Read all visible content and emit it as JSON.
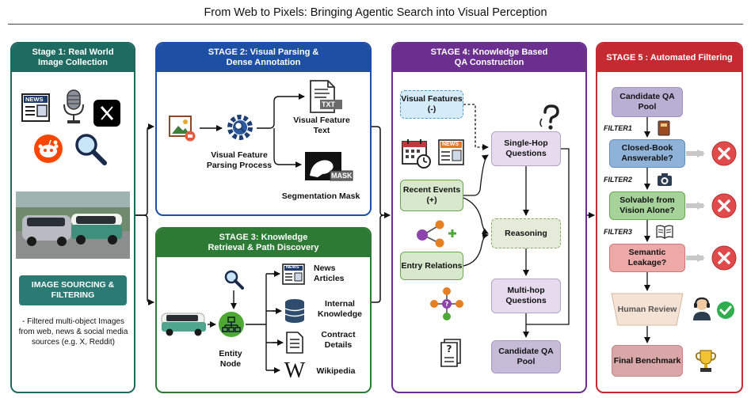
{
  "title": "From Web to Pixels: Bringing Agentic Search into Visual Perception",
  "colors": {
    "stage1": "#1f6b62",
    "stage2": "#1d4fa5",
    "stage3": "#2d7a34",
    "stage4": "#6b2f8e",
    "stage5": "#c42b31"
  },
  "stage1": {
    "header": "Stage 1: Real World Image Collection",
    "news_badge": "NEWS",
    "sourcing_box": "IMAGE SOURCING & FILTERING",
    "description": "- Filtered multi-object Images from web, news & social media sources (e.g. X, Reddit)"
  },
  "stage2": {
    "header": "STAGE 2: Visual Parsing & Dense Annotation",
    "parsing_label": "Visual Feature Parsing Process",
    "text_label": "Visual Feature Text",
    "txt_tag": "TXT",
    "mask_label": "Segmentation Mask",
    "mask_tag": "MASK"
  },
  "stage3": {
    "header": "STAGE 3: Knowledge Retrieval & Path Discovery",
    "entity_label": "Entity Node",
    "news_badge": "NEWS",
    "items": [
      "News Articles",
      "Internal Knowledge",
      "Contract Details",
      "Wikipedia"
    ],
    "wiki_glyph": "W"
  },
  "stage4": {
    "header": "STAGE 4: Knowledge Based QA Construction",
    "visual_features": "Visual Features (-)",
    "recent_events": "Recent Events (+)",
    "entry_relations": "Entry Relations",
    "single_hop": "Single-Hop Questions",
    "reasoning": "Reasoning",
    "multi_hop": "Multi-hop Questions",
    "candidate_pool": "Candidate QA Pool",
    "news_badge": "NEWS"
  },
  "stage5": {
    "header": "STAGE 5 : Automated Filtering",
    "candidate_pool": "Candidate QA Pool",
    "filter1": "FILTER1",
    "check1": "Closed-Book Answerable?",
    "filter2": "FILTER2",
    "check2": "Solvable from Vision Alone?",
    "filter3": "FILTER3",
    "check3": "Semantic Leakage?",
    "human_review": "Human Review",
    "final": "Final Benchmark"
  }
}
